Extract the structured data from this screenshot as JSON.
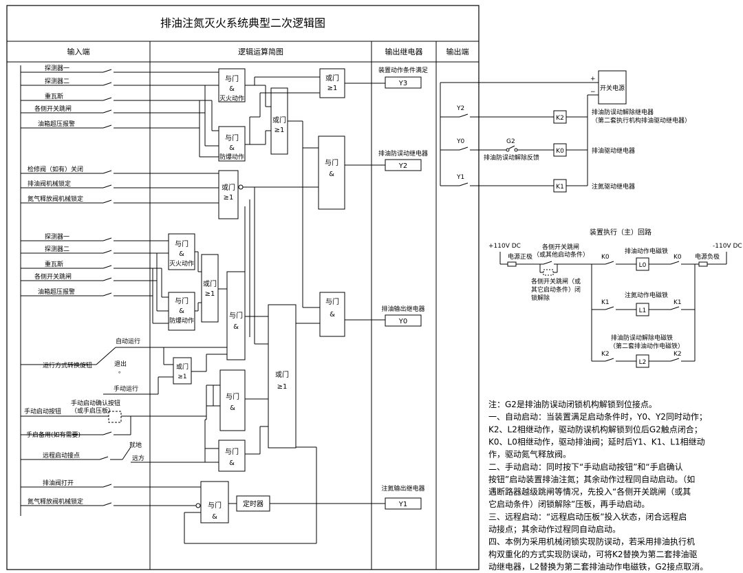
{
  "title": "排油注氮灭火系统典型二次逻辑图",
  "headers": {
    "input": "输入端",
    "logic": "逻辑运算简图",
    "relay": "输出继电器",
    "output": "输出端"
  },
  "gates": {
    "and_label": "与门",
    "or_label": "或门",
    "and_sym": "&",
    "or_sym": "≥1",
    "fire": "灭火动作",
    "explosion": "防爆动作",
    "timer": "定时器"
  },
  "inputs": {
    "s1": [
      "探测器一",
      "探测器二",
      "重瓦斯",
      "各侧开关跳闸",
      "油箱超压报警"
    ],
    "s1b": [
      "检修阀（如有）关闭",
      "排油阀机械锁定",
      "氮气释放阀机械锁定"
    ],
    "s2": [
      "探测器一",
      "探测器二",
      "重瓦斯",
      "各侧开关跳闸",
      "油箱超压报警"
    ],
    "auto": "自动运行",
    "mode_switch": "运行方式转换旋钮",
    "exit": "退出",
    "exit_mark": "。",
    "manual_run": "手动运行",
    "manual_start": "手动启动按钮",
    "manual_confirm_1": "手动启动确认按钮",
    "manual_confirm_2": "（或手启压板）",
    "manual_spare": "手启备用(如有需要)",
    "remote_point": "远程启动接点",
    "local": "就地",
    "remote": "远方",
    "oil_valve_open": "排油阀打开",
    "n2_valve_lock": "氮气释放阀机械锁定"
  },
  "relays": {
    "y3_label": "装置动作条件满足",
    "y3": "Y3",
    "y2_label": "排油防误动继电器",
    "y2": "Y2",
    "y0_label": "排油输出继电器",
    "y0": "Y0",
    "y1_label": "注氮输出继电器",
    "y1": "Y1"
  },
  "output": {
    "plus": "+",
    "minus": "−",
    "psu": "开关电源",
    "y2": "Y2",
    "y0": "Y0",
    "y1": "Y1",
    "g2": "G2",
    "g2_label": "排油防误动解除反馈",
    "k2": "K2",
    "k0": "K0",
    "k1": "K1",
    "k2_desc1": "排油防误动解除继电器",
    "k2_desc2": "（第二套执行机构排油驱动继电器）",
    "k0_desc": "排油驱动继电器",
    "k1_desc": "注氮驱动继电器"
  },
  "circuit": {
    "title": "装置执行（主）回路",
    "pos": "+110V DC",
    "neg": "-110V DC",
    "pos_pole": "电源正极",
    "neg_pole": "电源负极",
    "switch1_1": "各侧开关跳闸",
    "switch1_2": "（或其他启动条件）",
    "lock1": "各侧开关跳闸（或",
    "lock2": "其它启动条件）闭",
    "lock3": "锁解除",
    "k0": "K0",
    "k1": "K1",
    "k2": "K2",
    "l0": "L0",
    "l1": "L1",
    "l2": "L2",
    "l0_desc": "排油动作电磁铁",
    "l1_desc": "注氮动作电磁铁",
    "l2_desc1": "排油防误动解除电磁铁",
    "l2_desc2": "（第二套排油动作电磁铁）"
  },
  "notes": [
    "注：G2是排油防误动闭锁机构解锁到位接点。",
    "一、自动启动：当装置满足启动条件时，Y0、Y2同时动作；",
    "K2、L2相继动作，驱动防误机构解锁到位后G2触点闭合；",
    "K0、L0相继动作，驱动排油阀；延时后Y1、K1、L1相继动",
    "作，驱动氮气释放阀。",
    "二、手动启动：同时按下“手动启动按钮”和“手启确认",
    "按钮”启动装置排油注氮；其余动作过程同自动启动。（如",
    "遇断路器越级跳闸等情况，先投入“各侧开关跳闸（或其",
    "它启动条件）闭锁解除”压板，再手动启动。",
    "三、远程启动：“远程启动压板”投入状态，闭合远程启",
    "动接点；其余动作过程同自动启动。",
    "四、本例为采用机械闭锁实现防误动，若采用排油执行机",
    "构双重化的方式实现防误动，可将K2替换为第二套排油驱",
    "动继电器，L2替换为第二套排油动作电磁铁，G2接点取消。"
  ]
}
